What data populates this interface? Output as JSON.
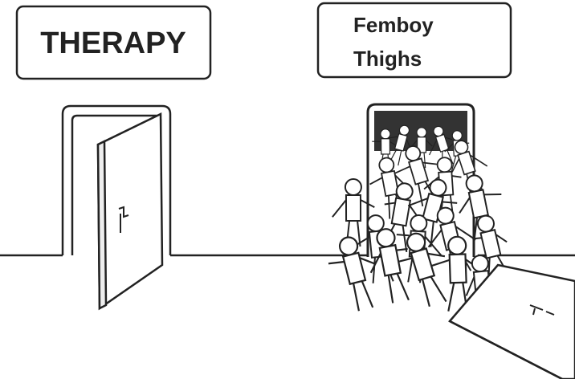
{
  "signs": {
    "left": {
      "label": "THERAPY"
    },
    "right": {
      "line1": "Femboy",
      "line2": "Thighs"
    }
  }
}
